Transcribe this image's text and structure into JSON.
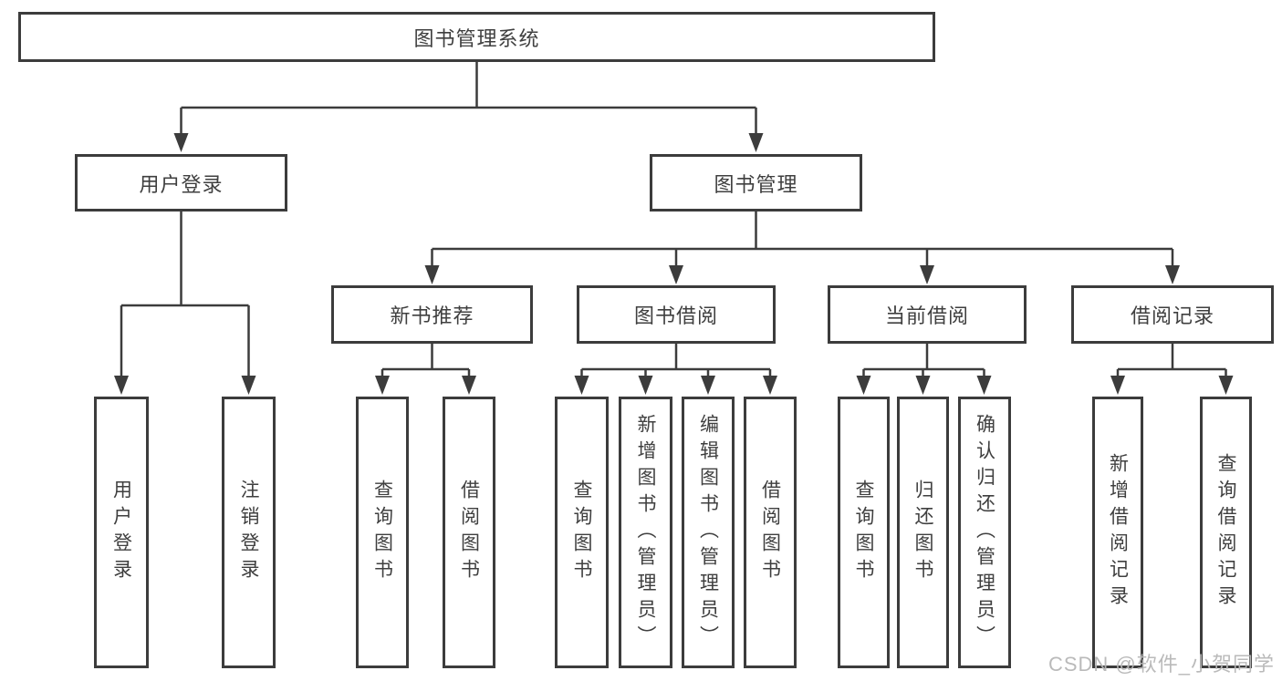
{
  "tree": {
    "label": "图书管理系统",
    "children": [
      {
        "label": "用户登录",
        "children": [
          {
            "label": "用户登录"
          },
          {
            "label": "注销登录"
          }
        ]
      },
      {
        "label": "图书管理",
        "children": [
          {
            "label": "新书推荐",
            "children": [
              {
                "label": "查询图书"
              },
              {
                "label": "借阅图书"
              }
            ]
          },
          {
            "label": "图书借阅",
            "children": [
              {
                "label": "查询图书"
              },
              {
                "label": "新增图书（管理员）"
              },
              {
                "label": "编辑图书（管理员）"
              },
              {
                "label": "借阅图书"
              }
            ]
          },
          {
            "label": "当前借阅",
            "children": [
              {
                "label": "查询图书"
              },
              {
                "label": "归还图书"
              },
              {
                "label": "确认归还（管理员）"
              }
            ]
          },
          {
            "label": "借阅记录",
            "children": [
              {
                "label": "新增借阅记录"
              },
              {
                "label": "查询借阅记录"
              }
            ]
          }
        ]
      }
    ]
  },
  "watermark": "CSDN @软件_小贺同学",
  "colors": {
    "line": "#3c3c3c",
    "text": "#3f3f3f",
    "background": "#ffffff",
    "watermark": "#b6b6b6"
  }
}
